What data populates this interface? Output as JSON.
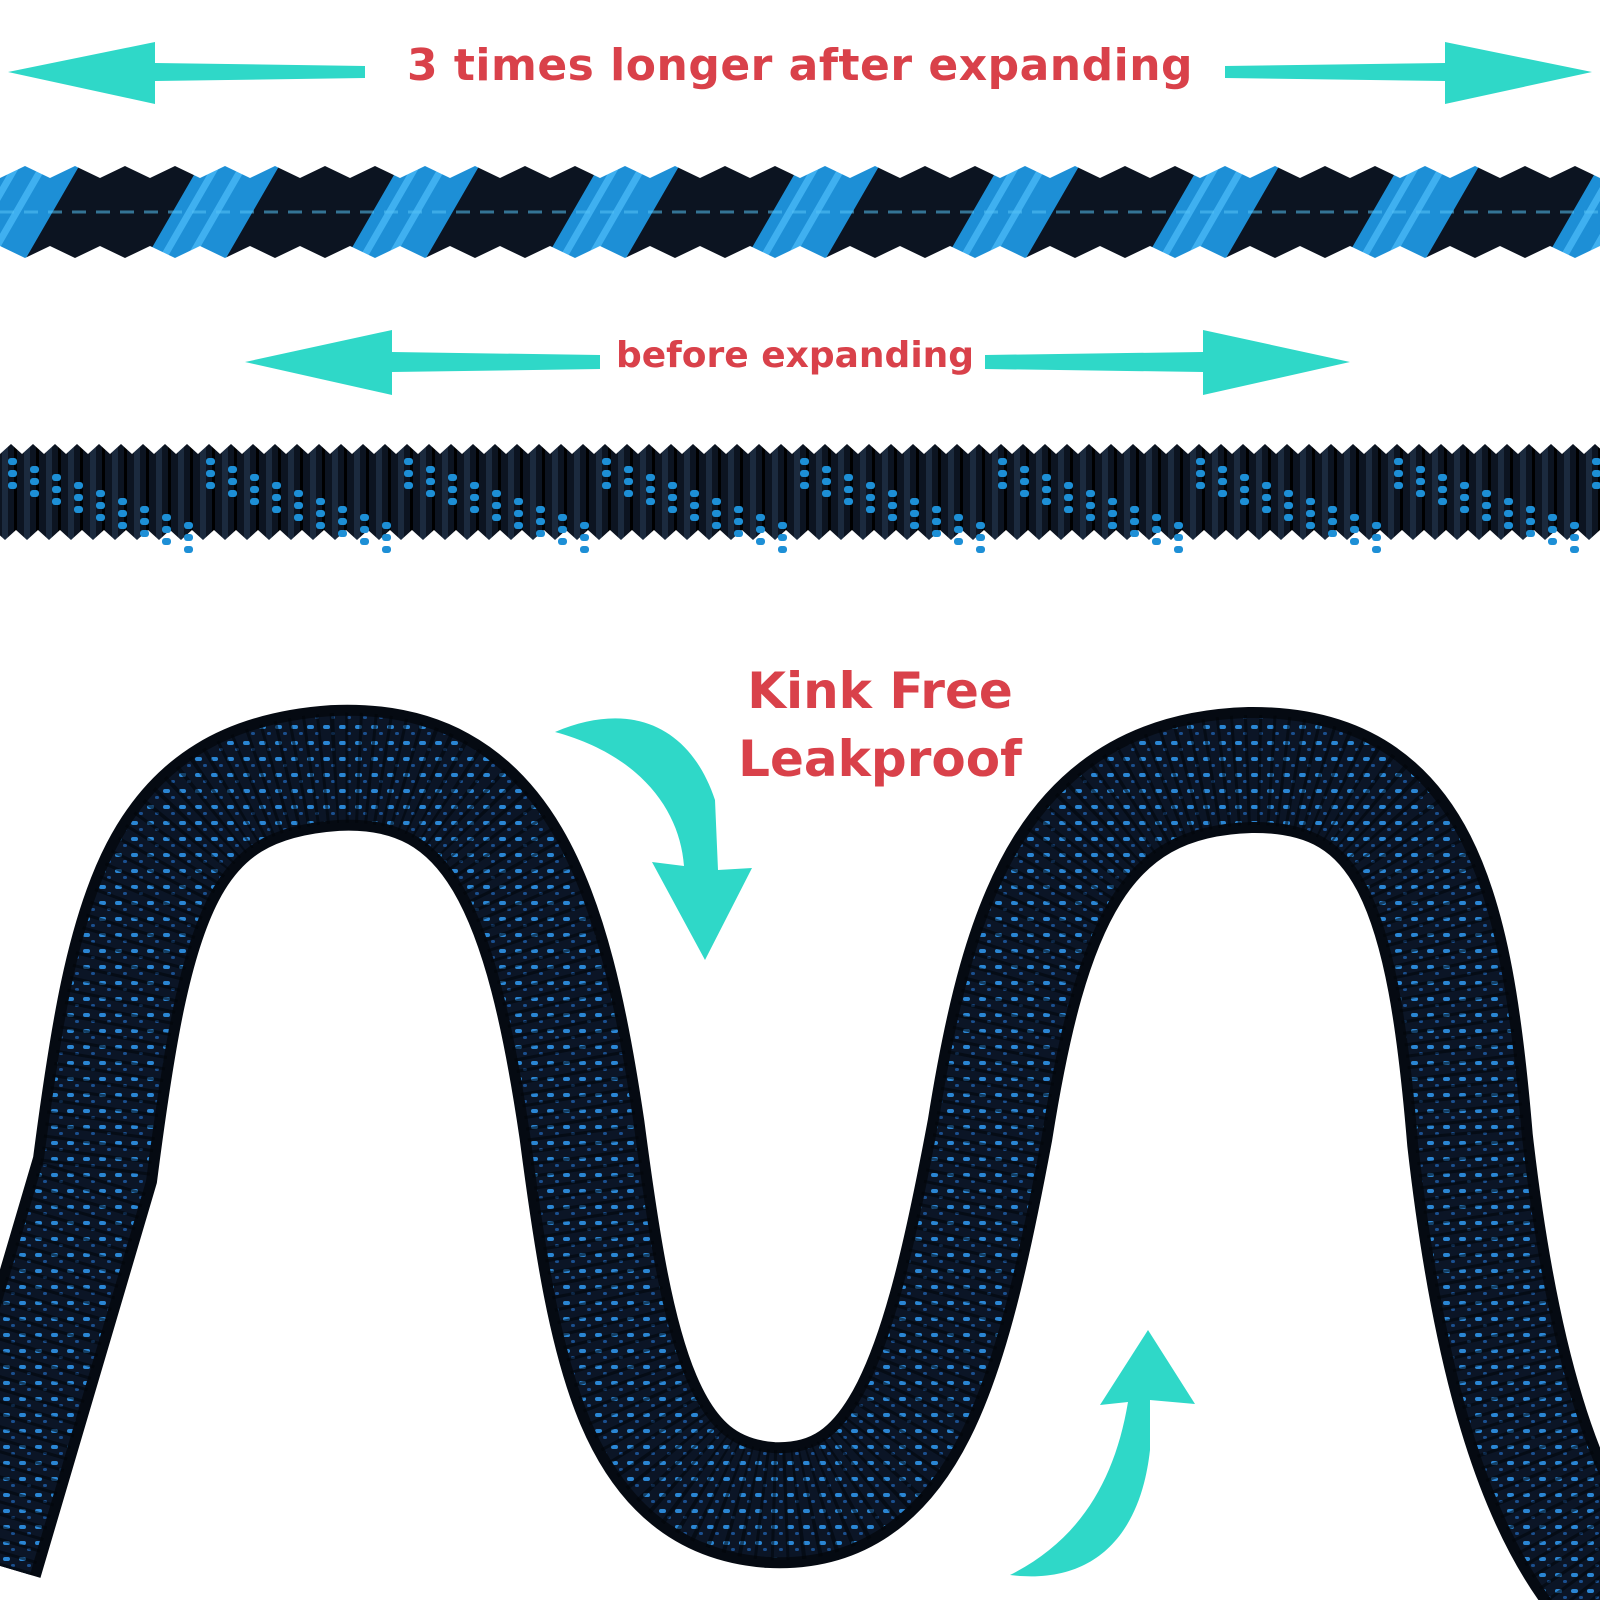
{
  "captions": {
    "expanded": "3 times longer after expanding",
    "contracted": "before expanding",
    "feature_1": "Kink Free",
    "feature_2": "Leakproof"
  },
  "colors": {
    "caption_text": "#d9414a",
    "arrow": "#2fd8c8",
    "hose_dark": "#0c1421",
    "hose_blue": "#1d8fd6",
    "background": "#ffffff"
  },
  "icons": {
    "expanded_length_arrow": "double-headed-arrow",
    "contracted_length_arrow": "double-headed-arrow",
    "flex_arrows": "curved-arrow"
  }
}
